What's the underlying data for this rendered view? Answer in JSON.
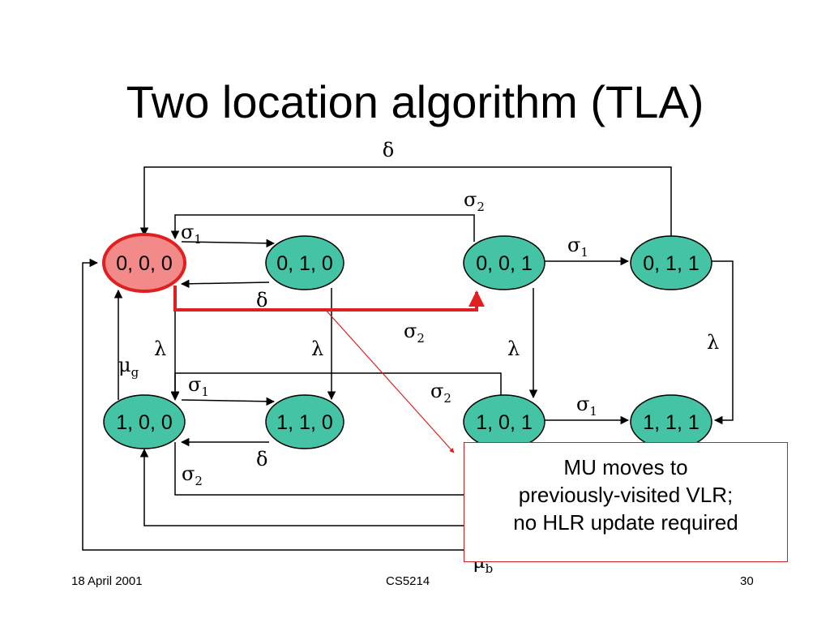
{
  "title": "Two location algorithm (TLA)",
  "states": {
    "s000": "0, 0, 0",
    "s010": "0, 1, 0",
    "s001": "0, 0, 1",
    "s011": "0, 1, 1",
    "s100": "1, 0, 0",
    "s110": "1, 1, 0",
    "s101": "1, 0, 1",
    "s111": "1, 1, 1"
  },
  "labels": {
    "delta": "δ",
    "sigma": "σ",
    "lambda": "λ",
    "mu": "μ",
    "sub_1": "1",
    "sub_2": "2",
    "sub_g": "g",
    "sub_b": "b"
  },
  "callout": {
    "line1": "MU moves to",
    "line2": "previously-visited VLR;",
    "line3": "no HLR update required"
  },
  "footer": {
    "date": "18 April 2001",
    "course": "CS5214",
    "page": "30"
  },
  "colors": {
    "state_fill": "#44c4a4",
    "highlight_fill": "#f28a8a",
    "highlight_stroke": "#e02020",
    "arrow": "#000000"
  }
}
